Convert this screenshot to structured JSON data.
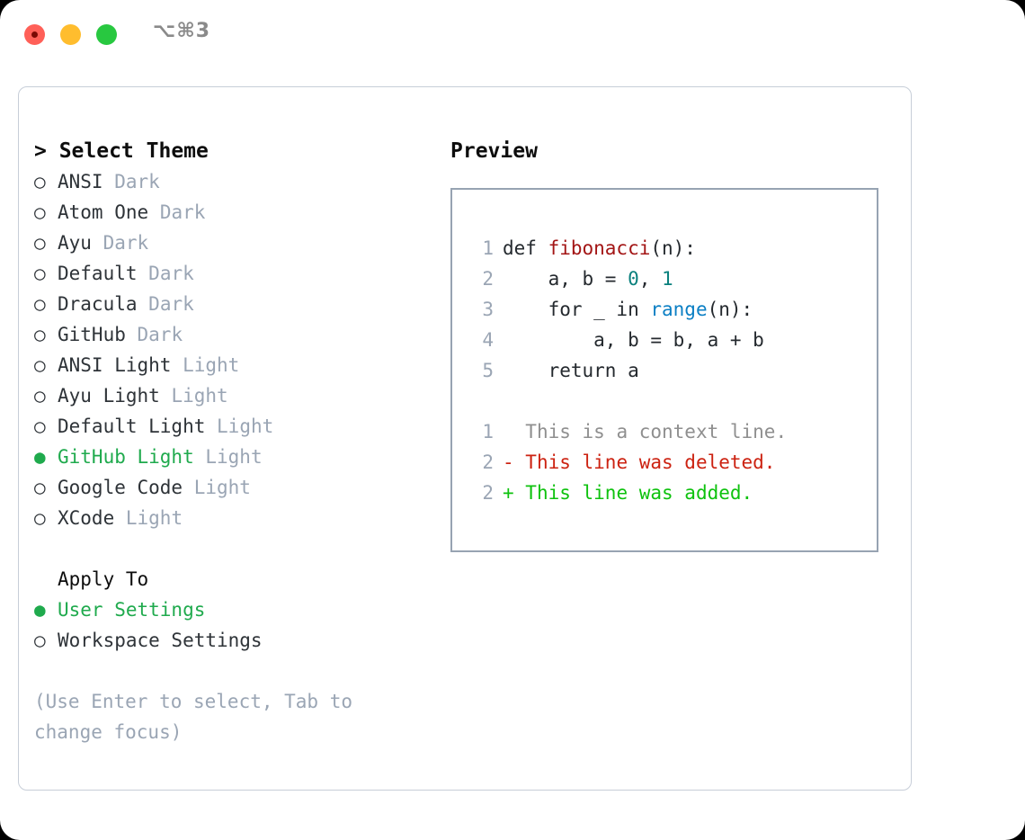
{
  "titlebar": {
    "shortcut": "⌥⌘3",
    "buttons": [
      {
        "name": "close",
        "color": "#ff6058"
      },
      {
        "name": "minimize",
        "color": "#ffbd2e"
      },
      {
        "name": "maximize",
        "color": "#28c840"
      }
    ]
  },
  "theme_list": {
    "title": "> Select Theme",
    "marker_selected": "●",
    "marker_unselected": "○",
    "items": [
      {
        "label": "ANSI",
        "tag": "Dark",
        "selected": false
      },
      {
        "label": "Atom One",
        "tag": "Dark",
        "selected": false
      },
      {
        "label": "Ayu",
        "tag": "Dark",
        "selected": false
      },
      {
        "label": "Default",
        "tag": "Dark",
        "selected": false
      },
      {
        "label": "Dracula",
        "tag": "Dark",
        "selected": false
      },
      {
        "label": "GitHub",
        "tag": "Dark",
        "selected": false
      },
      {
        "label": "ANSI Light",
        "tag": "Light",
        "selected": false
      },
      {
        "label": "Ayu Light",
        "tag": "Light",
        "selected": false
      },
      {
        "label": "Default Light",
        "tag": "Light",
        "selected": false
      },
      {
        "label": "GitHub Light",
        "tag": "Light",
        "selected": true
      },
      {
        "label": "Google Code",
        "tag": "Light",
        "selected": false
      },
      {
        "label": "XCode",
        "tag": "Light",
        "selected": false
      }
    ]
  },
  "apply_to": {
    "title": "Apply To",
    "options": [
      {
        "label": "User Settings",
        "selected": true
      },
      {
        "label": "Workspace Settings",
        "selected": false
      }
    ]
  },
  "hint": "(Use Enter to select, Tab to change focus)",
  "preview": {
    "title": "Preview",
    "code_lines": [
      {
        "no": "1",
        "tokens": [
          {
            "text": "def ",
            "type": "plain"
          },
          {
            "text": "fibonacci",
            "type": "fn"
          },
          {
            "text": "(n):",
            "type": "plain"
          }
        ]
      },
      {
        "no": "2",
        "tokens": [
          {
            "text": "    a, b = ",
            "type": "plain"
          },
          {
            "text": "0",
            "type": "num"
          },
          {
            "text": ", ",
            "type": "plain"
          },
          {
            "text": "1",
            "type": "num"
          }
        ]
      },
      {
        "no": "3",
        "tokens": [
          {
            "text": "    for _ in ",
            "type": "plain"
          },
          {
            "text": "range",
            "type": "kw"
          },
          {
            "text": "(n):",
            "type": "plain"
          }
        ]
      },
      {
        "no": "4",
        "tokens": [
          {
            "text": "        a, b = b, a + b",
            "type": "plain"
          }
        ]
      },
      {
        "no": "5",
        "tokens": [
          {
            "text": "    return a",
            "type": "plain"
          }
        ]
      }
    ],
    "diff_lines": [
      {
        "no": "1",
        "sign": " ",
        "text": " This is a context line.",
        "kind": "context"
      },
      {
        "no": "2",
        "sign": "-",
        "text": " This line was deleted.",
        "kind": "deleted"
      },
      {
        "no": "2",
        "sign": "+",
        "text": " This line was added.",
        "kind": "added"
      }
    ]
  },
  "colors": {
    "accent_green": "#1faa4d",
    "diff_add": "#0ec20e",
    "diff_del": "#cc2211",
    "muted": "#9aa5b4",
    "fn": "#a31515",
    "kw": "#0b7fc4",
    "num": "#0a807d"
  }
}
